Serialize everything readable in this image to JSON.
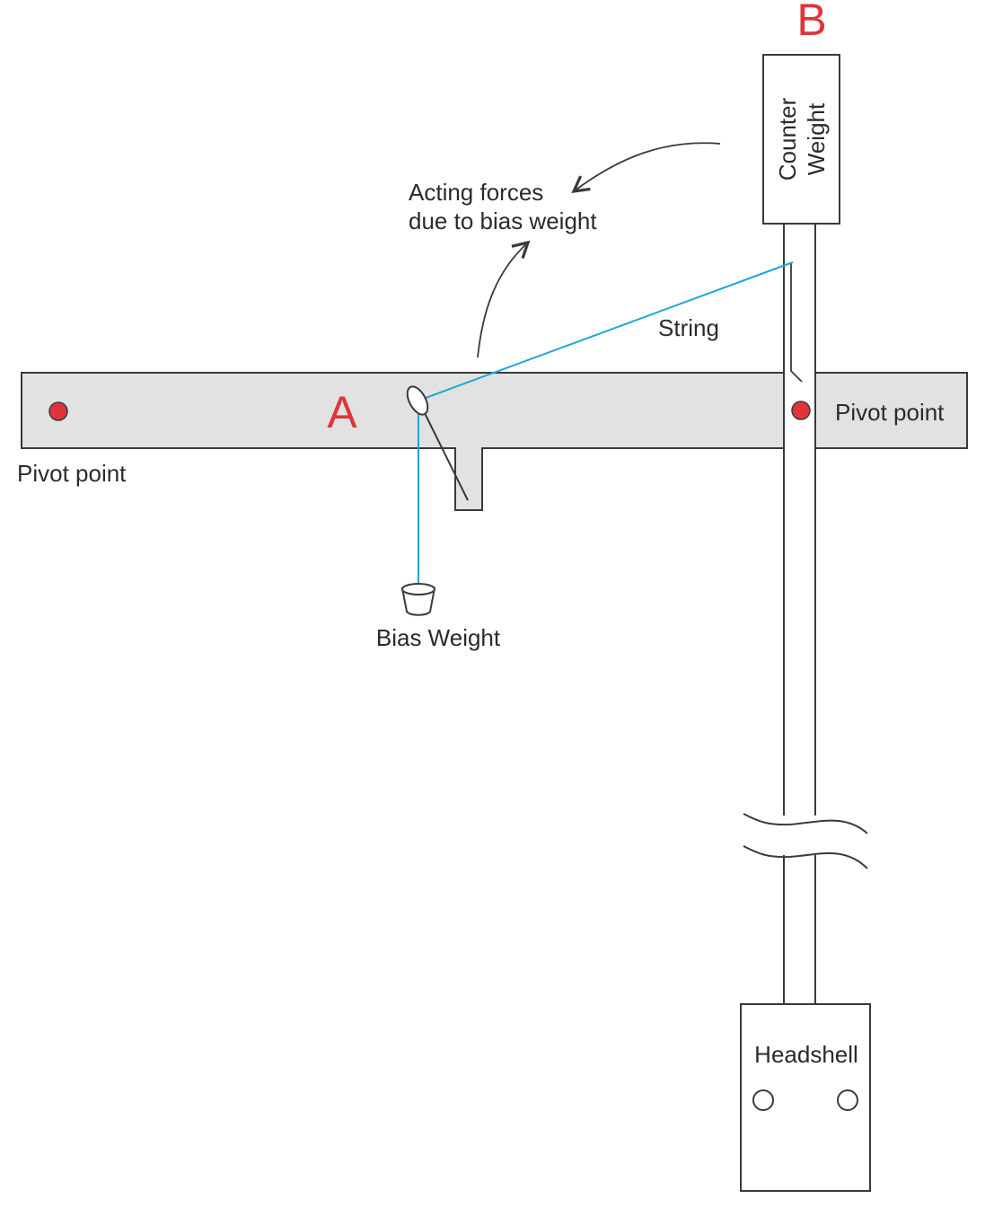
{
  "labels": {
    "marker_a": "A",
    "marker_b": "B",
    "counter_weight_line1": "Counter",
    "counter_weight_line2": "Weight",
    "forces_line1": "Acting forces",
    "forces_line2": "due to bias weight",
    "string": "String",
    "pivot_left": "Pivot point",
    "pivot_right": "Pivot point",
    "bias_weight": "Bias Weight",
    "headshell": "Headshell"
  },
  "colors": {
    "marker_text": "#e0343c",
    "pivot_dot": "#e0343c",
    "string": "#1ea7d6",
    "arm_fill": "#e2e2e2",
    "outline": "#3a3a3a"
  }
}
